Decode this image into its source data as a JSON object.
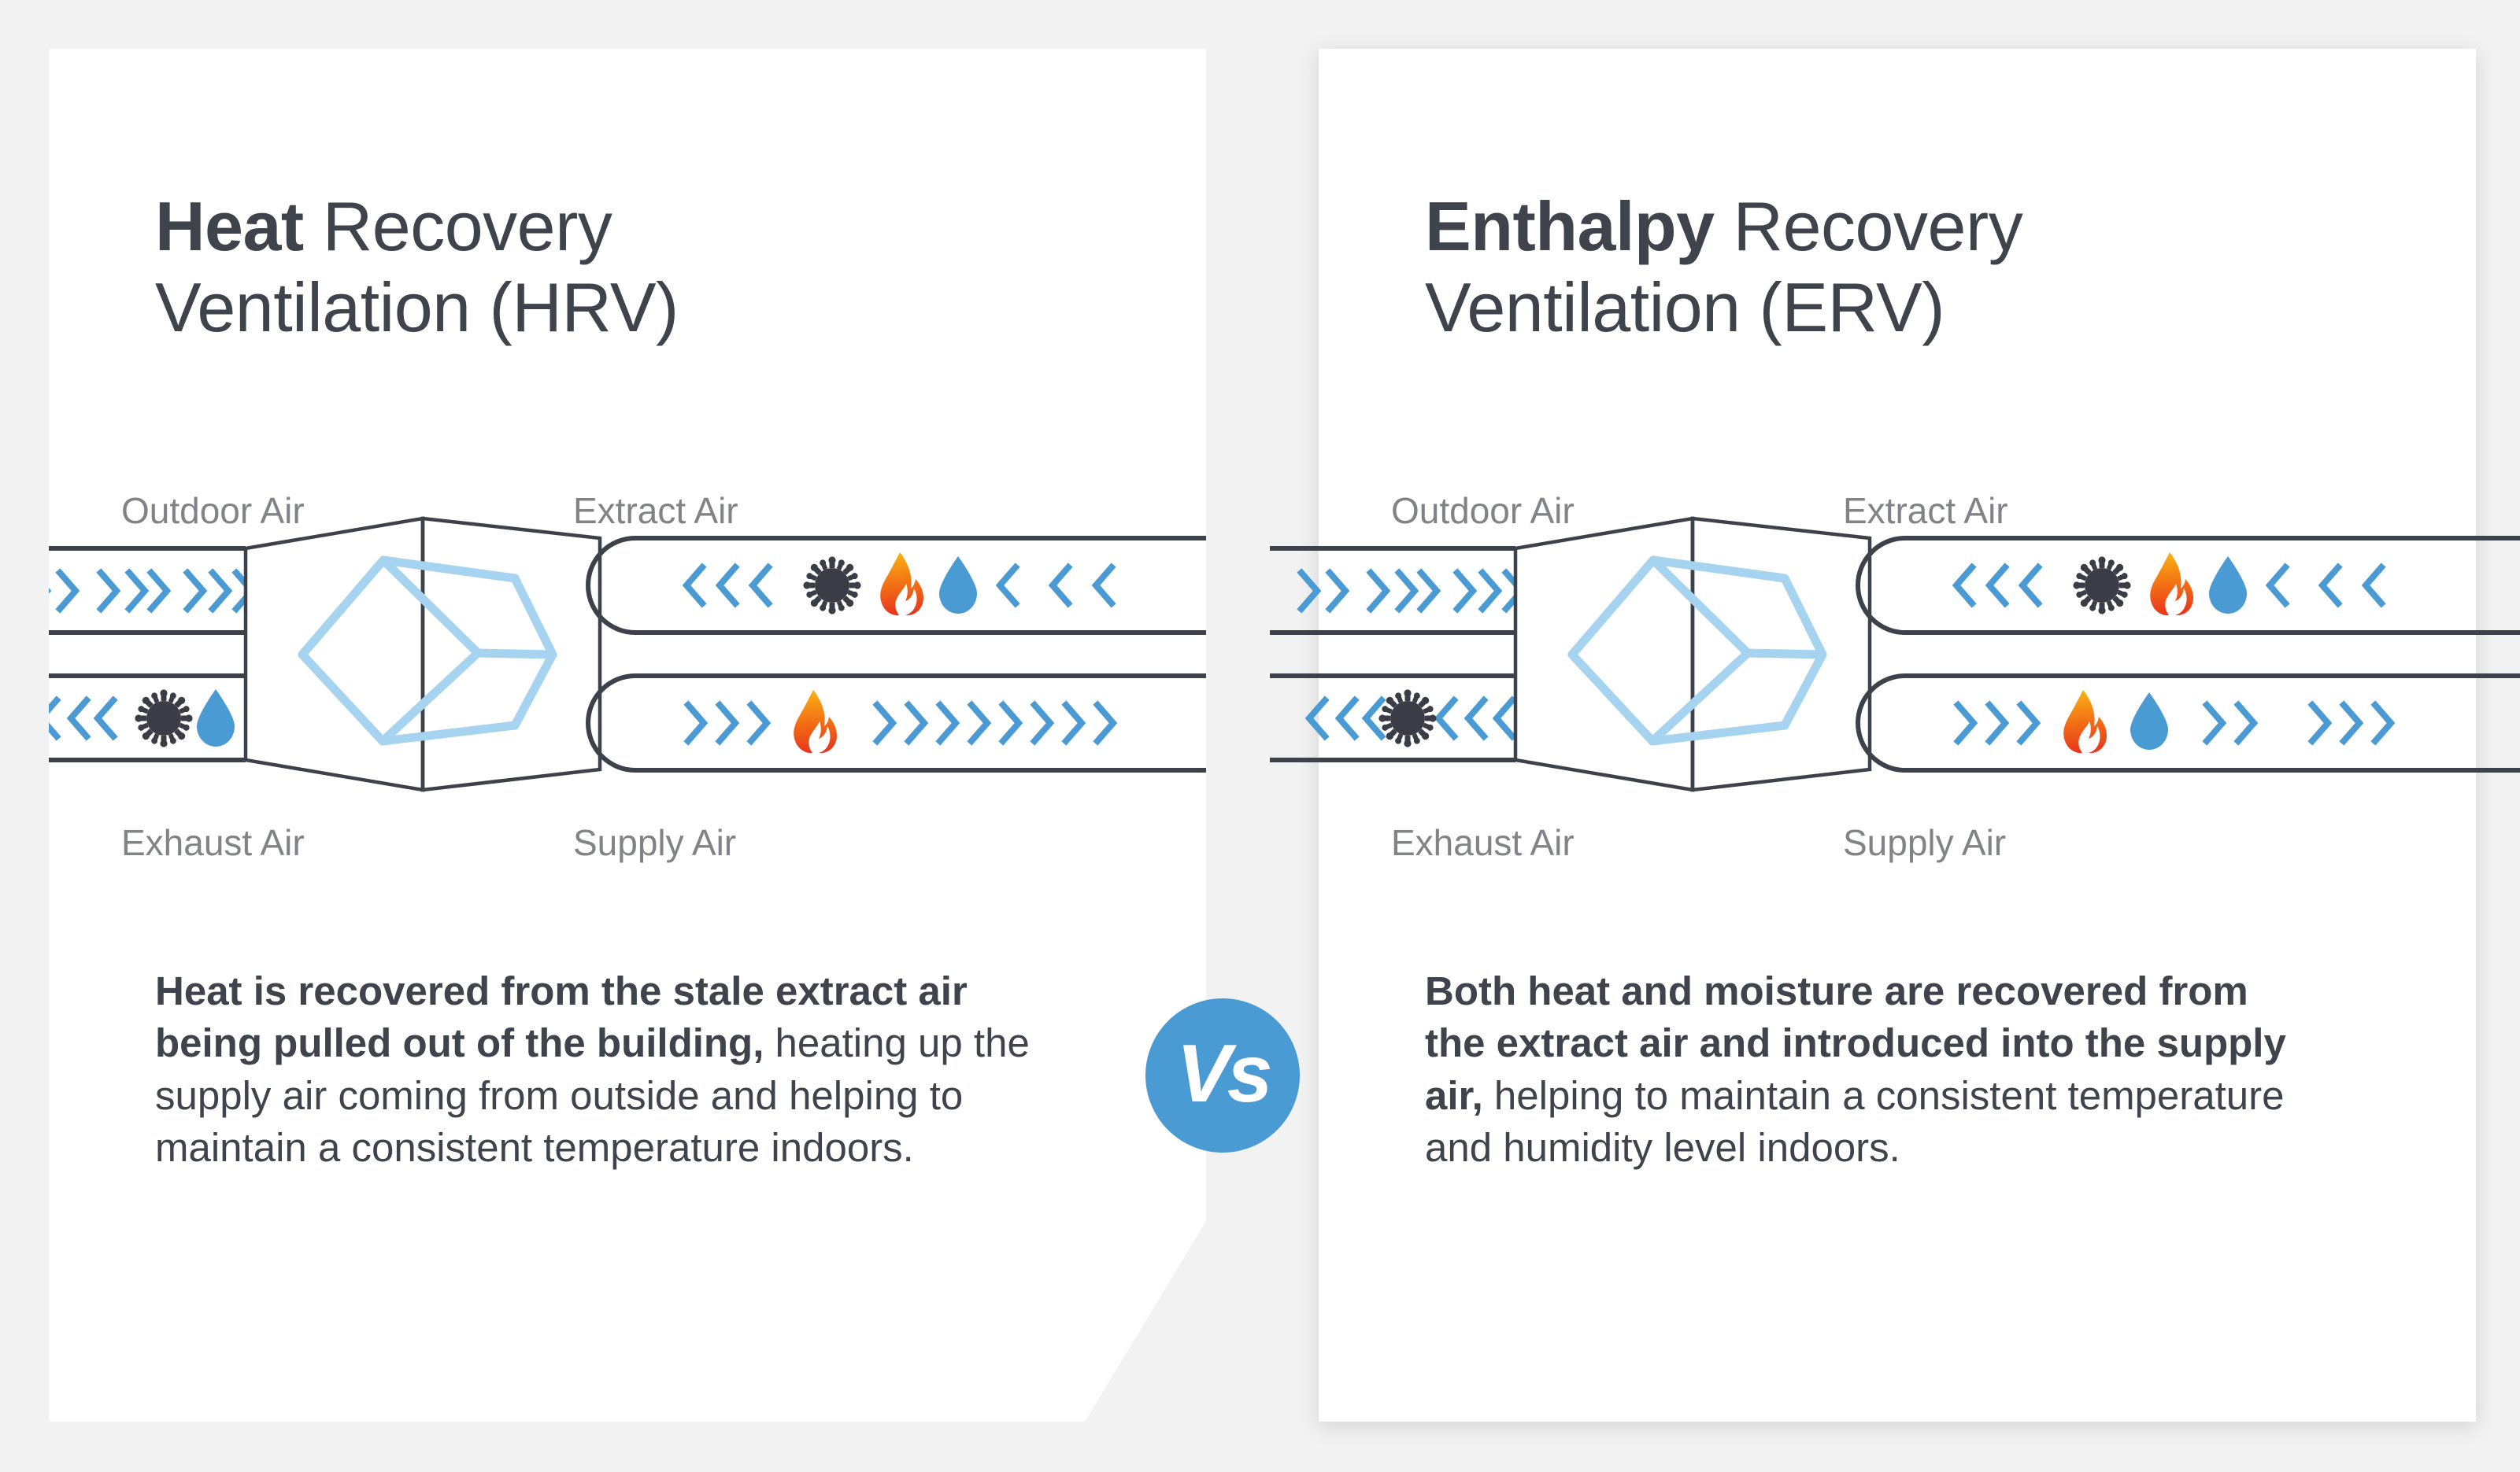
{
  "background_color": "#f2f2f2",
  "card_color": "#ffffff",
  "colors": {
    "text_dark": "#3f434c",
    "text_muted": "#828386",
    "accent_blue": "#4a9ad4",
    "core_blue": "#a6d3ef",
    "duct_line": "#3d414a",
    "virus_dark": "#3a3d45",
    "flame_top": "#f7a81b",
    "flame_bottom": "#e8331c"
  },
  "vs_badge": {
    "label": "Vs",
    "color": "#4a9ad4",
    "text_color": "#ffffff"
  },
  "cards": [
    {
      "id": "hrv",
      "title_bold": "Heat",
      "title_rest": " Recovery\nVentilation (HRV)",
      "title_full": "Heat Recovery Ventilation (HRV)",
      "diagram": {
        "labels": {
          "outdoor": "Outdoor Air",
          "exhaust": "Exhaust Air",
          "extract": "Extract Air",
          "supply": "Supply Air"
        },
        "ducts": [
          {
            "name": "outdoor-air",
            "direction": "right",
            "icons": []
          },
          {
            "name": "exhaust-air",
            "direction": "left",
            "icons": [
              "virus",
              "droplet"
            ]
          },
          {
            "name": "extract-air",
            "direction": "left",
            "icons": [
              "virus",
              "flame",
              "droplet"
            ]
          },
          {
            "name": "supply-air",
            "direction": "right",
            "icons": [
              "flame"
            ]
          }
        ]
      },
      "body": {
        "bold": "Heat is recovered from the stale extract air being pulled out of the building,",
        "regular": " heating up the supply air coming from outside and helping to maintain a consistent temperature indoors."
      }
    },
    {
      "id": "erv",
      "title_bold": "Enthalpy",
      "title_rest": " Recovery\nVentilation (ERV)",
      "title_full": "Enthalpy Recovery Ventilation (ERV)",
      "diagram": {
        "labels": {
          "outdoor": "Outdoor Air",
          "exhaust": "Exhaust Air",
          "extract": "Extract Air",
          "supply": "Supply Air"
        },
        "ducts": [
          {
            "name": "outdoor-air",
            "direction": "right",
            "icons": []
          },
          {
            "name": "exhaust-air",
            "direction": "left",
            "icons": [
              "virus"
            ]
          },
          {
            "name": "extract-air",
            "direction": "left",
            "icons": [
              "virus",
              "flame",
              "droplet"
            ]
          },
          {
            "name": "supply-air",
            "direction": "right",
            "icons": [
              "flame",
              "droplet"
            ]
          }
        ]
      },
      "body": {
        "bold": "Both heat and moisture are recovered from the extract air and introduced into the supply air,",
        "regular": " helping to maintain a consistent temperature and humidity level indoors."
      }
    }
  ]
}
